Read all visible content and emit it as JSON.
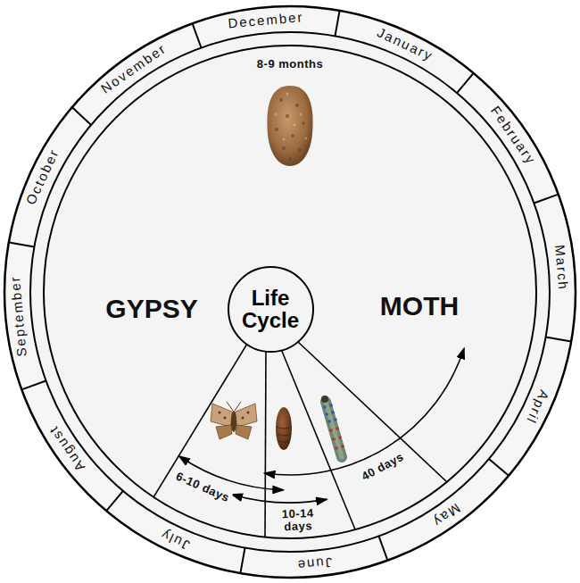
{
  "diagram": {
    "nodes": [
      {
        "text": [
          "Life Cycle"
        ]
      }
    ],
    "labels": [
      "December",
      "January",
      "February",
      "March",
      "April",
      "May",
      "June",
      "July",
      "August",
      "September",
      "October",
      "November",
      "8-9 months",
      "GYPSY",
      "MOTH",
      "6-10 days",
      "10-14 days",
      "40 days"
    ]
  }
}
